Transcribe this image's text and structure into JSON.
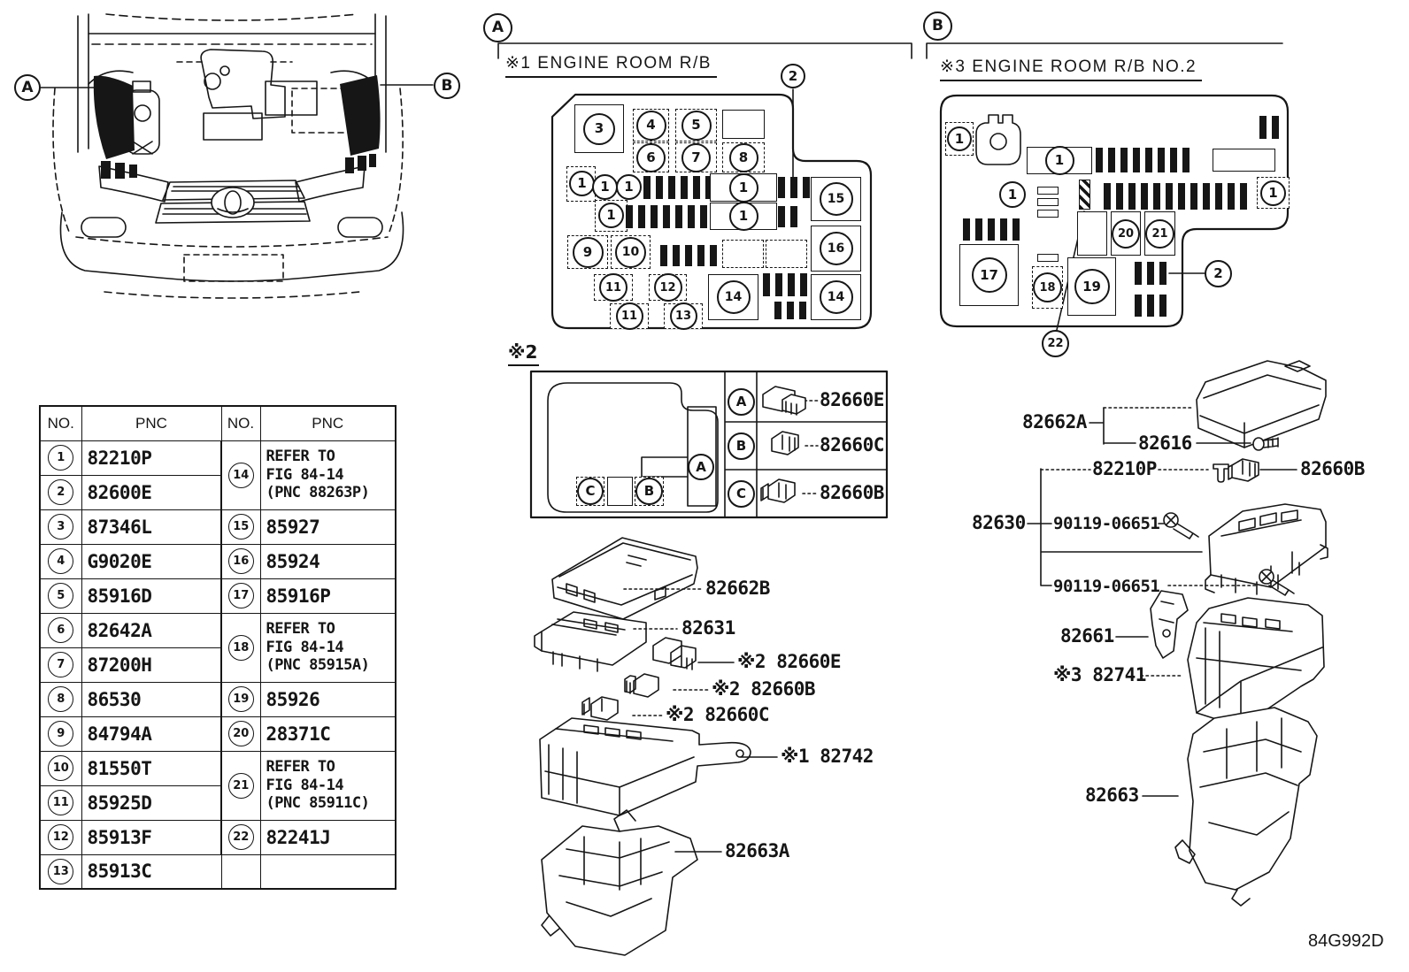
{
  "page": {
    "figure_code": "84G992D"
  },
  "nums": {
    "n1": "1",
    "n2": "2",
    "n3": "3",
    "n4": "4",
    "n5": "5",
    "n6": "6",
    "n7": "7",
    "n8": "8",
    "n9": "9",
    "n10": "10",
    "n11": "11",
    "n12": "12",
    "n13": "13",
    "n14": "14",
    "n15": "15",
    "n16": "16",
    "n17": "17",
    "n18": "18",
    "n19": "19",
    "n20": "20",
    "n21": "21",
    "n22": "22",
    "a": "A",
    "b": "B",
    "c": "C"
  },
  "sections": {
    "a": {
      "tag": "A",
      "title": "※1 ENGINE ROOM R/B"
    },
    "b": {
      "tag": "B",
      "title": "※3 ENGINE ROOM R/B NO.2"
    },
    "x2": {
      "tag": "※2",
      "rows": [
        {
          "key": "A",
          "part": "82660E"
        },
        {
          "key": "B",
          "part": "82660C"
        },
        {
          "key": "C",
          "part": "82660B"
        }
      ]
    }
  },
  "labels": {
    "center": {
      "cover": "82662B",
      "relay_block": "82631",
      "relay_e": "※2 82660E",
      "relay_b": "※2 82660B",
      "relay_c": "※2 82660C",
      "main_body": "※1 82742",
      "lower_cover": "82663A"
    },
    "right": {
      "cover": "82662A",
      "bolt": "82616",
      "clip": "82210P",
      "holder": "82660B",
      "block": "82630",
      "screw_upper": "90119-06651",
      "screw_lower": "90119-06651",
      "bracket": "82661",
      "main_body": "※3 82741",
      "lower_cover": "82663"
    }
  },
  "table": {
    "headers": {
      "no_left": "NO.",
      "pnc_left": "PNC",
      "no_right": "NO.",
      "pnc_right": "PNC"
    },
    "left_rows": [
      {
        "no": "1",
        "pnc": "82210P"
      },
      {
        "no": "2",
        "pnc": "82600E"
      },
      {
        "no": "3",
        "pnc": "87346L"
      },
      {
        "no": "4",
        "pnc": "G9020E"
      },
      {
        "no": "5",
        "pnc": "85916D"
      },
      {
        "no": "6",
        "pnc": "82642A"
      },
      {
        "no": "7",
        "pnc": "87200H"
      },
      {
        "no": "8",
        "pnc": "86530"
      },
      {
        "no": "9",
        "pnc": "84794A"
      },
      {
        "no": "10",
        "pnc": "81550T"
      },
      {
        "no": "11",
        "pnc": "85925D"
      },
      {
        "no": "12",
        "pnc": "85913F"
      },
      {
        "no": "13",
        "pnc": "85913C"
      }
    ],
    "right_rows": [
      {
        "no": "14",
        "pnc": "REFER TO\nFIG 84-14\n(PNC 88263P)"
      },
      {
        "no": "15",
        "pnc": "85927"
      },
      {
        "no": "16",
        "pnc": "85924"
      },
      {
        "no": "17",
        "pnc": "85916P"
      },
      {
        "no": "18",
        "pnc": "REFER TO\nFIG 84-14\n(PNC 85915A)"
      },
      {
        "no": "19",
        "pnc": "85926"
      },
      {
        "no": "20",
        "pnc": "28371C"
      },
      {
        "no": "21",
        "pnc": "REFER TO\nFIG 84-14\n(PNC 85911C)"
      },
      {
        "no": "22",
        "pnc": "82241J"
      }
    ]
  }
}
